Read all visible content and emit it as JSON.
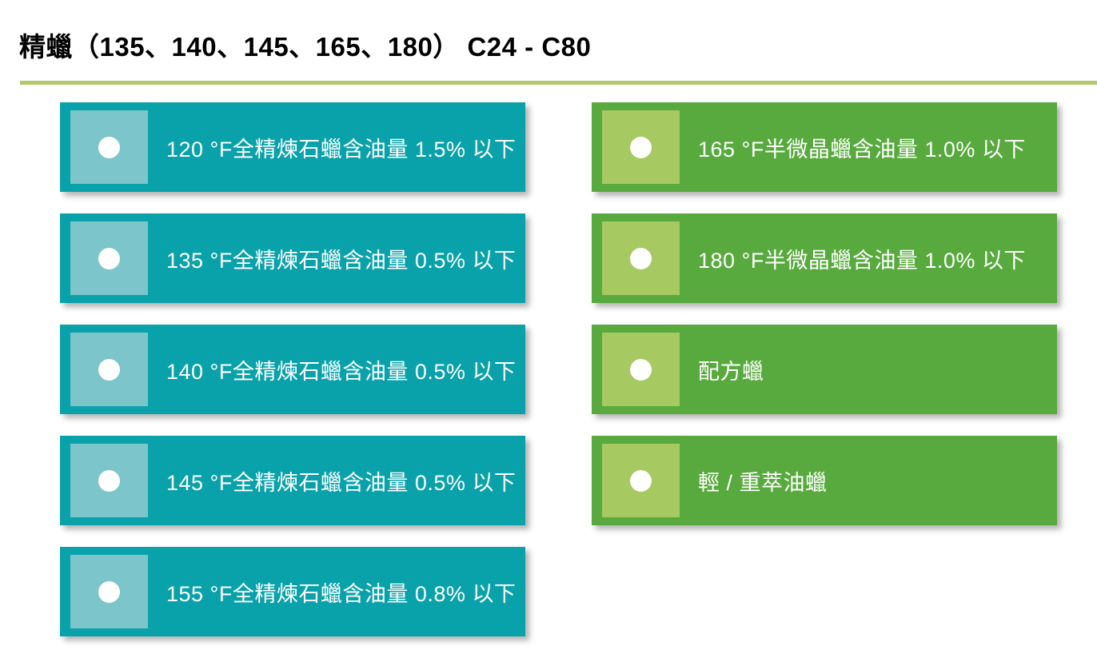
{
  "header": {
    "title": "精蠟（135、140、145、165、180） C24 - C80"
  },
  "colors": {
    "accent_line": "#b0ca6c",
    "teal_bar": "#0aa2aa",
    "teal_square": "#7cc5ca",
    "green_bar": "#58aa3e",
    "green_square": "#a7c961",
    "text": "#ffffff"
  },
  "left_column": {
    "items": [
      {
        "label": "120 °F全精煉石蠟含油量 1.5% 以下"
      },
      {
        "label": "135 °F全精煉石蠟含油量 0.5% 以下"
      },
      {
        "label": "140 °F全精煉石蠟含油量 0.5% 以下"
      },
      {
        "label": "145 °F全精煉石蠟含油量 0.5% 以下"
      },
      {
        "label": "155 °F全精煉石蠟含油量 0.8% 以下"
      }
    ]
  },
  "right_column": {
    "items": [
      {
        "label": "165 °F半微晶蠟含油量 1.0% 以下"
      },
      {
        "label": "180 °F半微晶蠟含油量 1.0% 以下"
      },
      {
        "label": "配方蠟"
      },
      {
        "label": "輕 / 重萃油蠟"
      }
    ]
  }
}
